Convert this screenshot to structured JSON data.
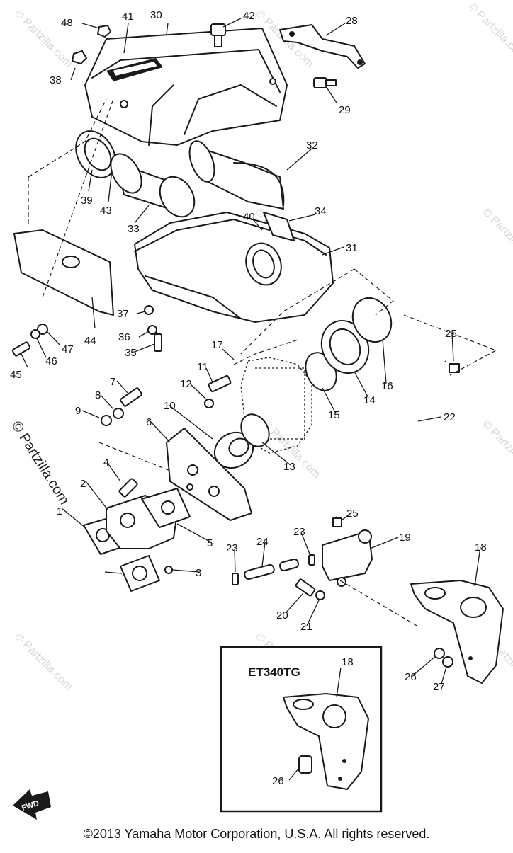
{
  "diagram": {
    "inset_title": "ET340TG",
    "watermark_side": "© Partzilla.com",
    "watermark_faint": "© Partzilla.com",
    "direction_arrow": "FWD",
    "copyright": "©2013  Yamaha Motor Corporation, U.S.A. All rights reserved."
  },
  "callouts": [
    "48",
    "41",
    "30",
    "42",
    "28",
    "38",
    "29",
    "32",
    "39",
    "43",
    "33",
    "40",
    "34",
    "31",
    "37",
    "36",
    "35",
    "44",
    "47",
    "46",
    "45",
    "17",
    "11",
    "12",
    "7",
    "8",
    "9",
    "10",
    "6",
    "4",
    "2",
    "1",
    "5",
    "3",
    "15",
    "14",
    "16",
    "25",
    "22",
    "13",
    "19",
    "23",
    "24",
    "20",
    "21",
    "18",
    "26",
    "27"
  ]
}
